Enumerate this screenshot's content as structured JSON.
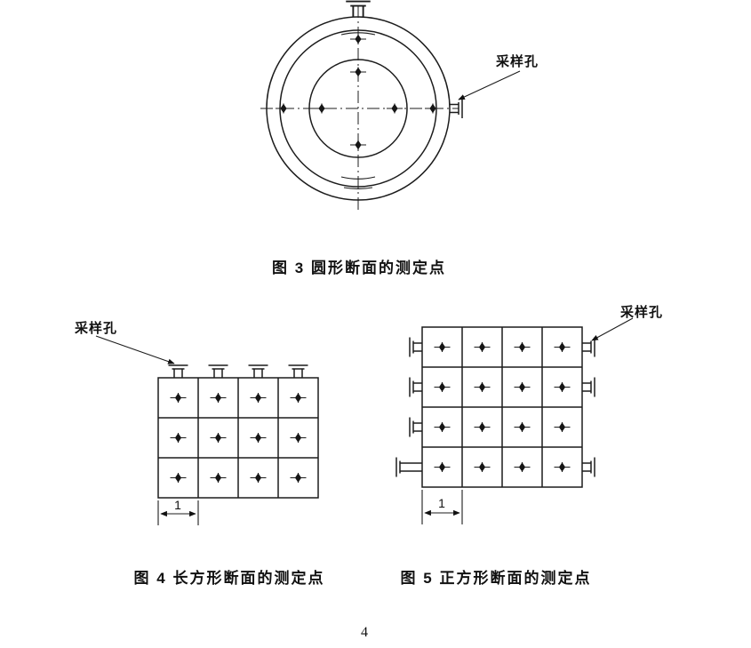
{
  "page": {
    "number": "4"
  },
  "figures": {
    "fig3": {
      "caption": "图 3 圆形断面的测定点",
      "sampling_hole_label": "采样孔"
    },
    "fig4": {
      "caption": "图 4 长方形断面的测定点",
      "sampling_hole_label": "采样孔",
      "dimension_label": "1",
      "grid": {
        "cols": 4,
        "rows": 3
      }
    },
    "fig5": {
      "caption": "图 5 正方形断面的测定点",
      "sampling_hole_label": "采样孔",
      "dimension_label": "1",
      "grid": {
        "cols": 4,
        "rows": 4
      }
    }
  }
}
